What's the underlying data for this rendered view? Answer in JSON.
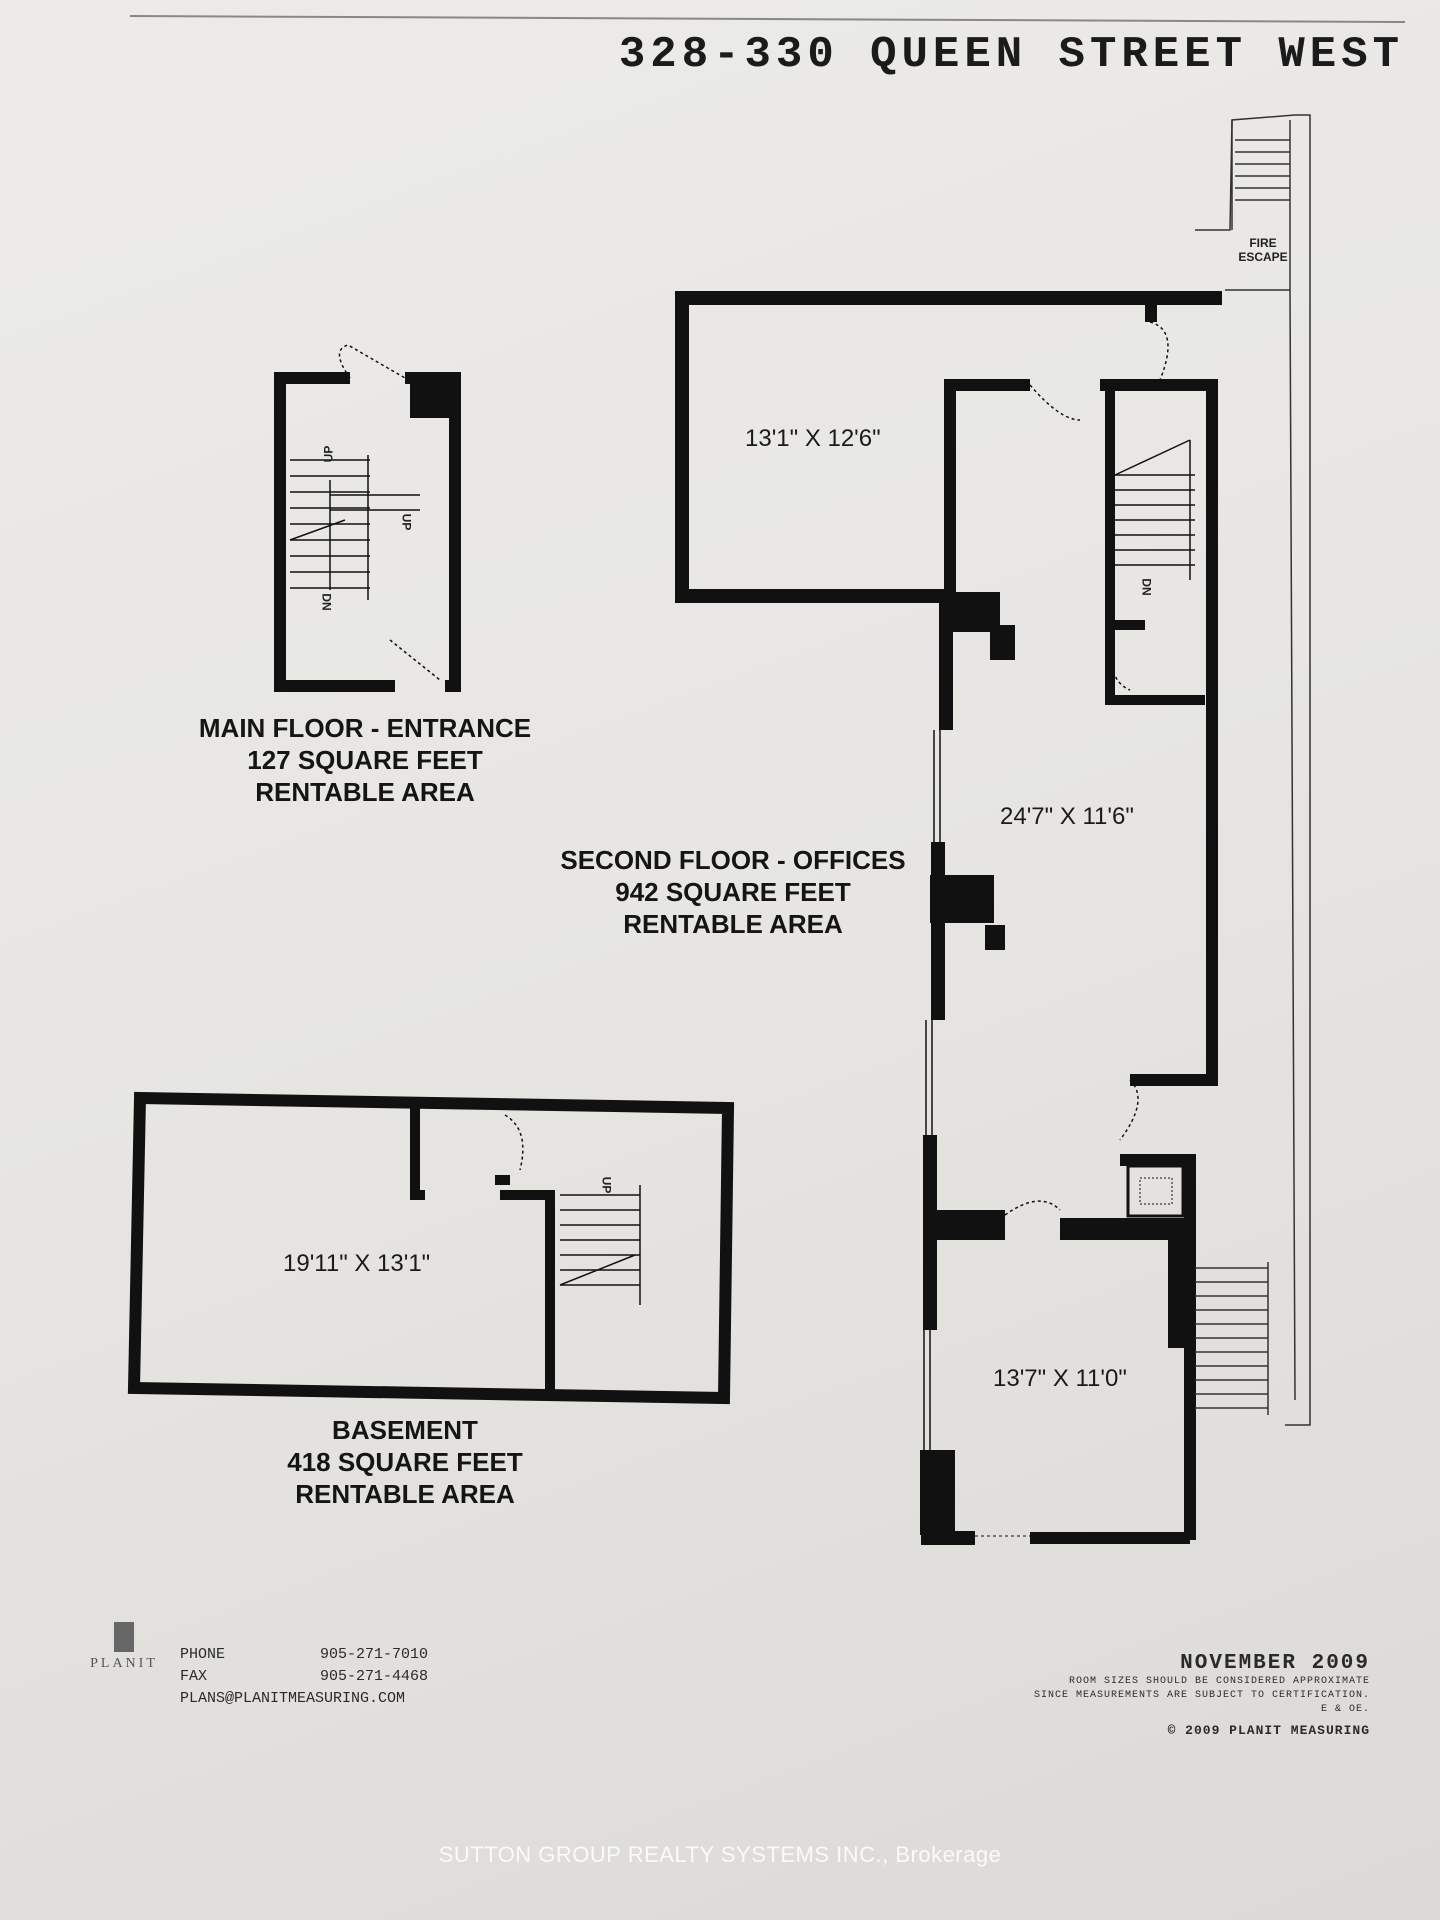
{
  "document": {
    "title": "328-330 QUEEN STREET WEST"
  },
  "main_floor": {
    "caption_line1": "MAIN FLOOR - ENTRANCE",
    "caption_line2": "127 SQUARE FEET",
    "caption_line3": "RENTABLE AREA",
    "stair_up_1": "UP",
    "stair_up_2": "UP",
    "stair_dn": "DN"
  },
  "second_floor": {
    "caption_line1": "SECOND FLOOR - OFFICES",
    "caption_line2": "942 SQUARE FEET",
    "caption_line3": "RENTABLE AREA",
    "room_1": "13'1\" X 12'6\"",
    "room_2": "24'7\" X 11'6\"",
    "room_3": "13'7\" X 11'0\"",
    "stair_dn": "DN",
    "fire_escape": "FIRE ESCAPE"
  },
  "basement": {
    "caption_line1": "BASEMENT",
    "caption_line2": "418 SQUARE FEET",
    "caption_line3": "RENTABLE AREA",
    "room_1": "19'11\" X 13'1\"",
    "stair_up": "UP"
  },
  "footer": {
    "logo_text": "PLANIT",
    "phone_label": "PHONE",
    "phone_value": "905-271-7010",
    "fax_label": "FAX",
    "fax_value": "905-271-4468",
    "email": "PLANS@PLANITMEASURING.COM",
    "date": "NOVEMBER 2009",
    "disclaimer_1": "ROOM SIZES SHOULD BE CONSIDERED APPROXIMATE",
    "disclaimer_2": "SINCE MEASUREMENTS ARE SUBJECT TO CERTIFICATION.",
    "disclaimer_3": "E & OE.",
    "copyright": "© 2009 PLANIT MEASURING"
  },
  "watermark": "SUTTON GROUP REALTY SYSTEMS INC., Brokerage"
}
